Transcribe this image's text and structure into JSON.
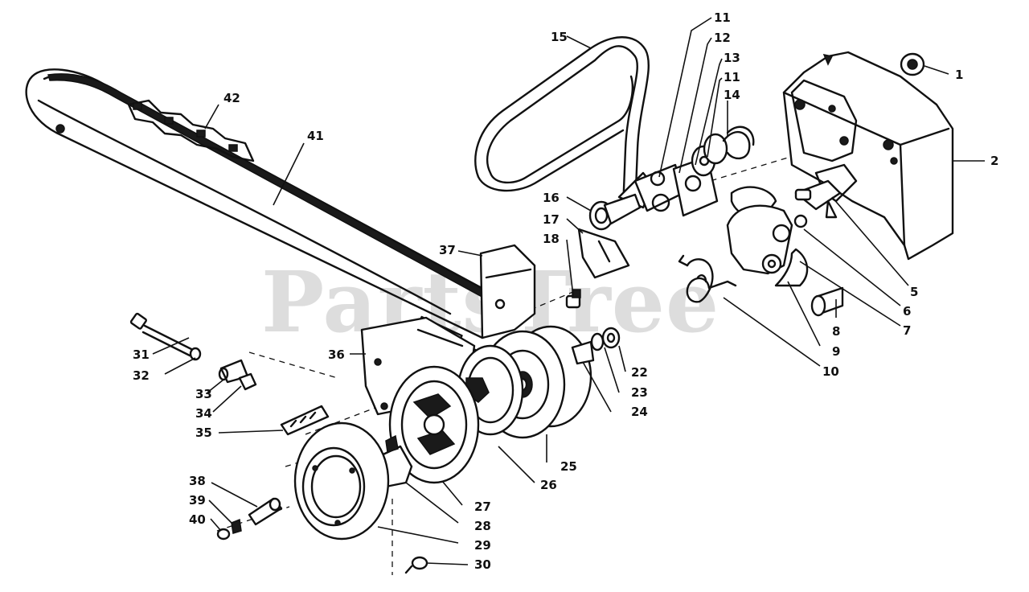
{
  "watermark": "PartsTree",
  "callouts": [
    "1",
    "2",
    "5",
    "6",
    "7",
    "8",
    "9",
    "10",
    "11",
    "12",
    "13",
    "11",
    "14",
    "15",
    "16",
    "17",
    "18",
    "22",
    "23",
    "24",
    "25",
    "26",
    "27",
    "28",
    "29",
    "30",
    "31",
    "32",
    "33",
    "34",
    "35",
    "36",
    "37",
    "38",
    "39",
    "40",
    "41",
    "42"
  ]
}
